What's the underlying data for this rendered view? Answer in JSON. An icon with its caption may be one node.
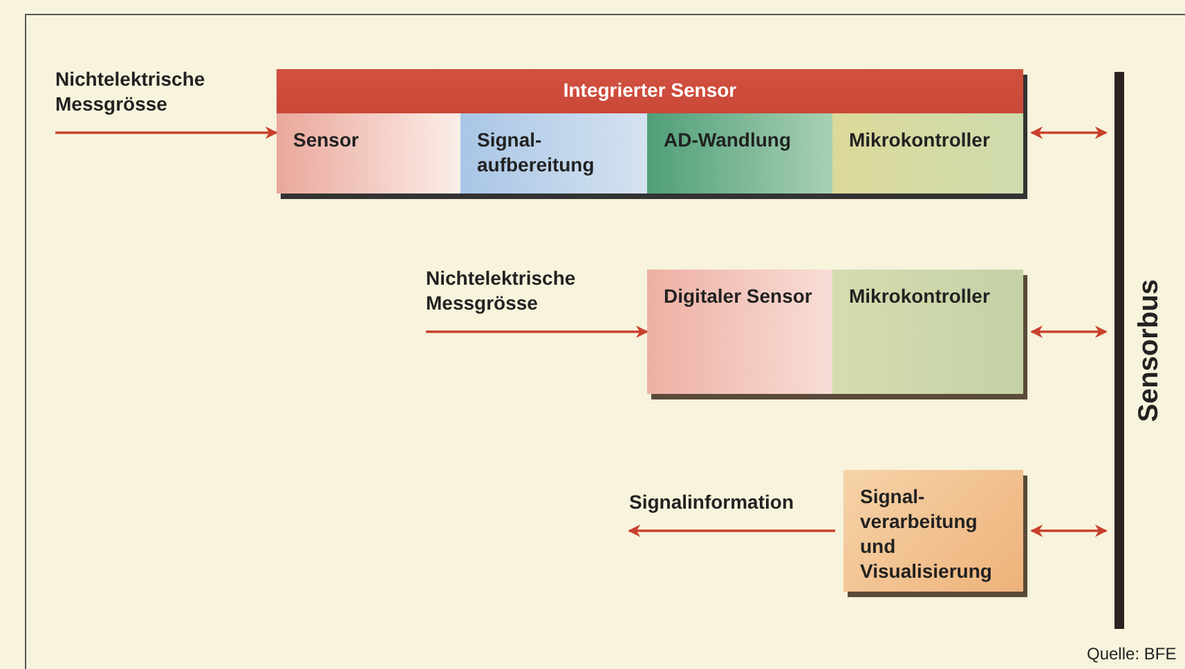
{
  "diagram": {
    "nodes": [
      {
        "text": [
          "Nichtelektrische Messgrösse"
        ]
      },
      {
        "text": [
          "Integrierter Sensor"
        ]
      },
      {
        "text": [
          "Sensor"
        ],
        "in": 1
      },
      {
        "text": [
          "Signal- aufbereitung"
        ],
        "in": 1
      },
      {
        "text": [
          "AD-Wandlung"
        ],
        "in": 1
      },
      {
        "text": [
          "Mikrokontroller"
        ],
        "in": 1
      },
      {
        "text": [
          "Sensorbus"
        ]
      },
      {
        "text": [
          "Nichtelektrische Messgrösse"
        ]
      },
      {
        "text": [
          "Digitaler Sensor"
        ]
      },
      {
        "text": [
          "Mikrokontroller"
        ]
      },
      {
        "text": [
          "Signal- verarbeitung und Visualisierung"
        ]
      },
      {
        "text": [
          "Signalinformation"
        ]
      }
    ],
    "edges": [
      {
        "from": 0,
        "to": 2,
        "arrow": "to"
      },
      {
        "from": 1,
        "to": 6,
        "arrow": "both"
      },
      {
        "from": 7,
        "to": 8,
        "arrow": "to"
      },
      {
        "from": 9,
        "to": 6,
        "arrow": "both"
      },
      {
        "from": 10,
        "to": 11,
        "arrow": "to"
      },
      {
        "from": 10,
        "to": 6,
        "arrow": "both"
      }
    ],
    "labels": [
      "Quelle: BFE"
    ]
  }
}
